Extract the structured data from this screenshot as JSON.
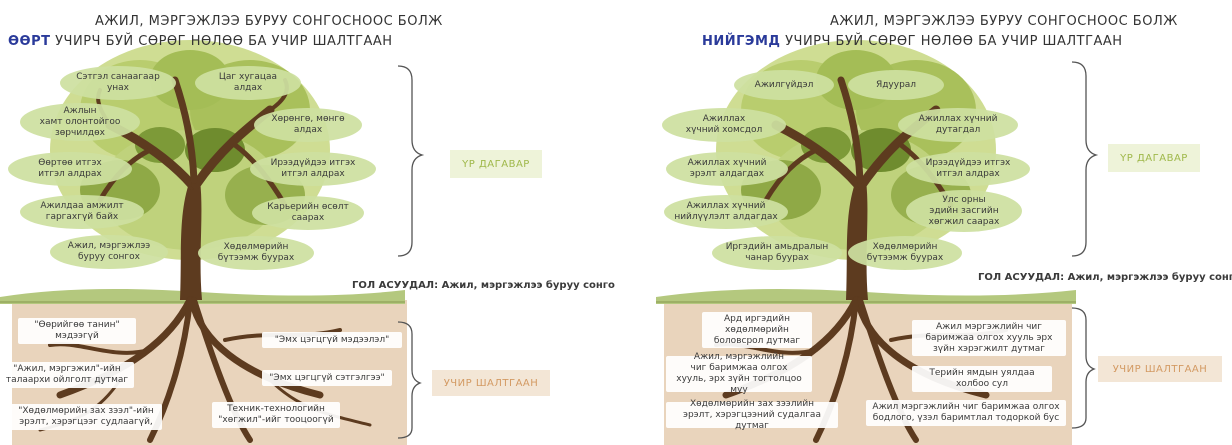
{
  "left": {
    "title_line1": "АЖИЛ, МЭРГЭЖЛЭЭ БУРУУ СОНГОСНООС БОЛЖ",
    "title_accent": "ӨӨРТ",
    "title_line2_rest": " УЧИРЧ БУЙ СӨРӨГ НӨЛӨӨ БА УЧИР ШАЛТГААН",
    "results_label": "ҮР ДАГАВАР",
    "causes_label": "УЧИР ШАЛТГААН",
    "problem": "ГОЛ АСУУДАЛ: Ажил, мэргэжлээ буруу сонго",
    "leaves": [
      "Сэтгэл санаагаар\nунах",
      "Цаг хугацаа\nалдах",
      "Ажлын\nхамт олонтойгоо\nзөрчилдөх",
      "Хөрөнгө, мөнгө\nалдах",
      "Өөртөө итгэх\nитгэл алдрах",
      "Ирээдүйдээ итгэх\nитгэл алдрах",
      "Ажилдаа амжилт\nгаргахгүй байх",
      "Карьерийн өсөлт\nсаарах",
      "Ажил, мэргэжлээ\nбуруу сонгох",
      "Хөдөлмөрийн\nбүтээмж буурах"
    ],
    "roots": [
      "\"Өөрийгөө танин\"\nмэдээгүй",
      "\"Эмх цэгцгүй мэдээлэл\"",
      "\"Ажил, мэргэжил\"-ийн\nталаархи ойлголт дутмаг",
      "\"Эмх цэгцгүй сэтгэлгээ\"",
      "\"Хөдөлмөрийн зах зээл\"-ийн\nэрэлт, хэрэгцээг судлаагүй,",
      "Техник-технологийн\n\"хөгжил\"-ийг тооцоогүй"
    ]
  },
  "right": {
    "title_line1": "АЖИЛ, МЭРГЭЖЛЭЭ БУРУУ СОНГОСНООС БОЛЖ",
    "title_accent": "НИЙГЭМД",
    "title_line2_rest": " УЧИРЧ БУЙ СӨРӨГ НӨЛӨӨ БА УЧИР ШАЛТГААН",
    "results_label": "ҮР ДАГАВАР",
    "causes_label": "УЧИР ШАЛТГААН",
    "problem": "ГОЛ АСУУДАЛ: Ажил, мэргэжлээ буруу сонго",
    "leaves": [
      "Ажилгүйдэл",
      "Ядуурал",
      "Ажиллах\nхүчний хомсдол",
      "Ажиллах хүчний\nдутагдал",
      "Ажиллах хүчний\nэрэлт алдагдах",
      "Ирээдүйдээ итгэх\nитгэл алдрах",
      "Ажиллах хүчний\nнийлүүлэлт алдагдах",
      "Улс орны\nэдийн засгийн\nхөгжил саарах",
      "Иргэдийн амьдралын\nчанар буурах",
      "Хөдөлмөрийн\nбүтээмж буурах"
    ],
    "roots": [
      "Ард иргэдийн\nхөдөлмөрийн\nболовсрол дутмаг",
      "Ажил мэргэжлийн чиг\nбаримжаа олгох хууль эрх\nзүйн хэрэгжилт дутмаг",
      "Ажил, мэргэжлийн\nчиг баримжаа олгох\nхууль, эрх зүйн тогтолцоо муу",
      "Терийн ямдын уялдаа\nхолбоо сул",
      "Хөдөлмөрийн зах зээлийн\nэрэлт, хэрэгцээний судалгаа дутмаг",
      "Ажил мэргэжлийн чиг баримжаа олгох\nбодлого, үзэл баримтлал тодоркой бус"
    ]
  }
}
